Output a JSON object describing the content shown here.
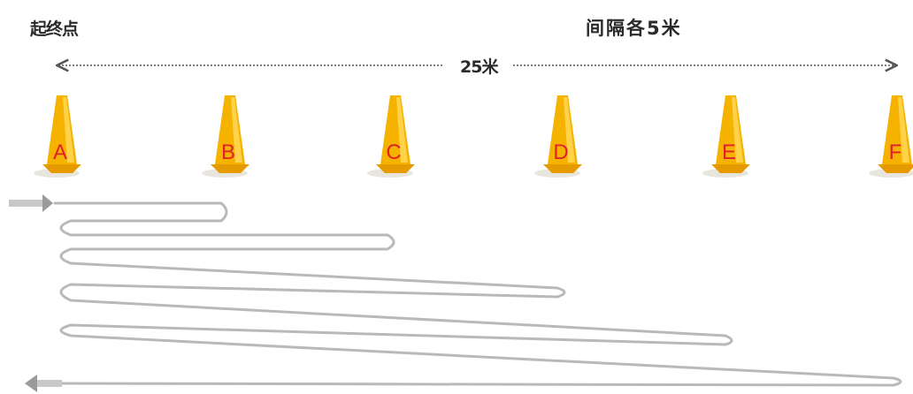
{
  "start_finish_label": "起终点",
  "interval_label": "间隔各5米",
  "total_distance_label": "25米",
  "cones": [
    "A",
    "B",
    "C",
    "D",
    "E",
    "F"
  ],
  "colors": {
    "cone": "#f5b300",
    "cone_shadow": "#e59a00",
    "cone_letter": "#e0202c",
    "path": "#b9b9b9",
    "arrow": "#555555"
  }
}
